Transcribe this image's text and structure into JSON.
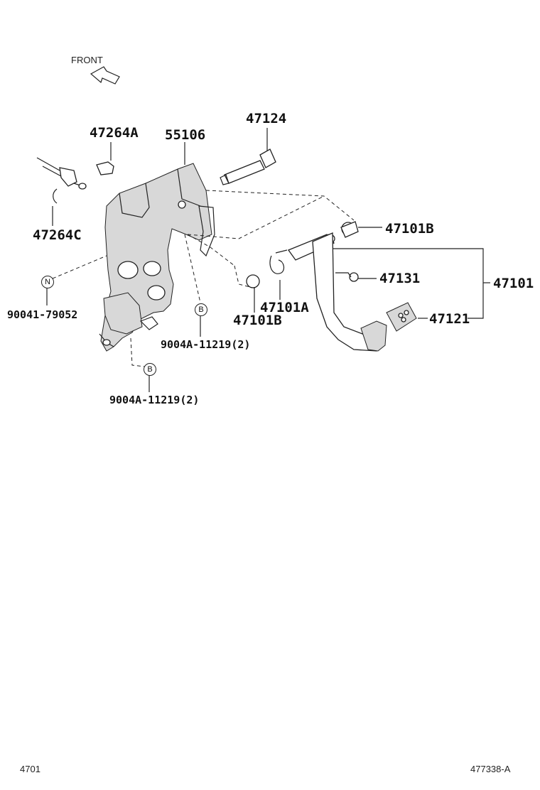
{
  "front_label": "FRONT",
  "labels": {
    "p47124": "47124",
    "p47264A": "47264A",
    "p55106": "55106",
    "p47264C": "47264C",
    "p47101B_top": "47101B",
    "p47131": "47131",
    "p47101": "47101",
    "p47101A": "47101A",
    "p47101B_bottom": "47101B",
    "p47121": "47121",
    "p90041": "90041-79052",
    "p9004A_right": "9004A-11219(2)",
    "p9004A_bottom": "9004A-11219(2)"
  },
  "callouts": {
    "n_mark": "N",
    "b_mark_right": "B",
    "b_mark_bottom": "B"
  },
  "footer": {
    "left": "4701",
    "right": "477338-A"
  }
}
